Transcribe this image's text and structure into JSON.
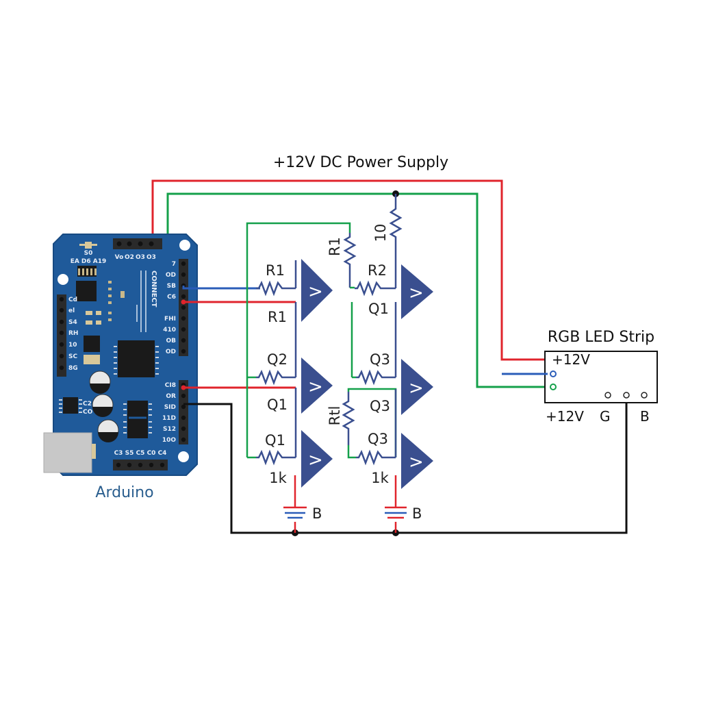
{
  "title": "+12V DC Power Supply",
  "colors": {
    "positive_wire": "#e0242c",
    "ground_wire": "#14a04a",
    "signal_wire": "#2a5cb8",
    "common_wire": "#111111",
    "component": "#3a4f8f",
    "board": "#1f5a9a",
    "board_label": "#2a5e8e"
  },
  "arduino": {
    "label": "Arduino",
    "top_header_labels": [
      "Vo",
      "O2",
      "O3",
      "O3"
    ],
    "right_header_top_labels": [
      "7",
      "OD",
      "SB",
      "C6",
      "",
      "FHI",
      "410",
      "OB",
      "OD"
    ],
    "right_header_bottom_labels": [
      "CI8",
      "OR",
      "SID",
      "11D",
      "S12",
      "10O"
    ],
    "left_header_labels": [
      "Cd",
      "el",
      "S4",
      "RH",
      "10",
      "SC",
      "8G"
    ],
    "bottom_header_labels": [
      "C3",
      "S5",
      "C5",
      "C0",
      "C4"
    ],
    "chip_markings": [
      "S0",
      "EA D6 A19"
    ],
    "side_text": "CONNECT",
    "ic_side_text": [
      "C2",
      "CO"
    ]
  },
  "driver": {
    "column1": {
      "stage_labels": [
        "R1",
        "R1",
        "Q2",
        "Q1",
        "Q1"
      ],
      "base_resistor_label": "1k",
      "battery_label": "B"
    },
    "column2": {
      "top_resistor_label": "10",
      "side_resistor_top_label": "R1",
      "side_resistor_bottom_label": "Rtl",
      "stage_labels": [
        "R2",
        "Q1",
        "Q3",
        "Q3",
        "Q3"
      ],
      "base_resistor_label": "1k",
      "battery_label": "B"
    },
    "buffer_symbol": ">"
  },
  "led_strip": {
    "label": "RGB LED Strip",
    "inner_label": "+12V",
    "bottom_labels": [
      "+12V",
      "G",
      "B"
    ]
  }
}
